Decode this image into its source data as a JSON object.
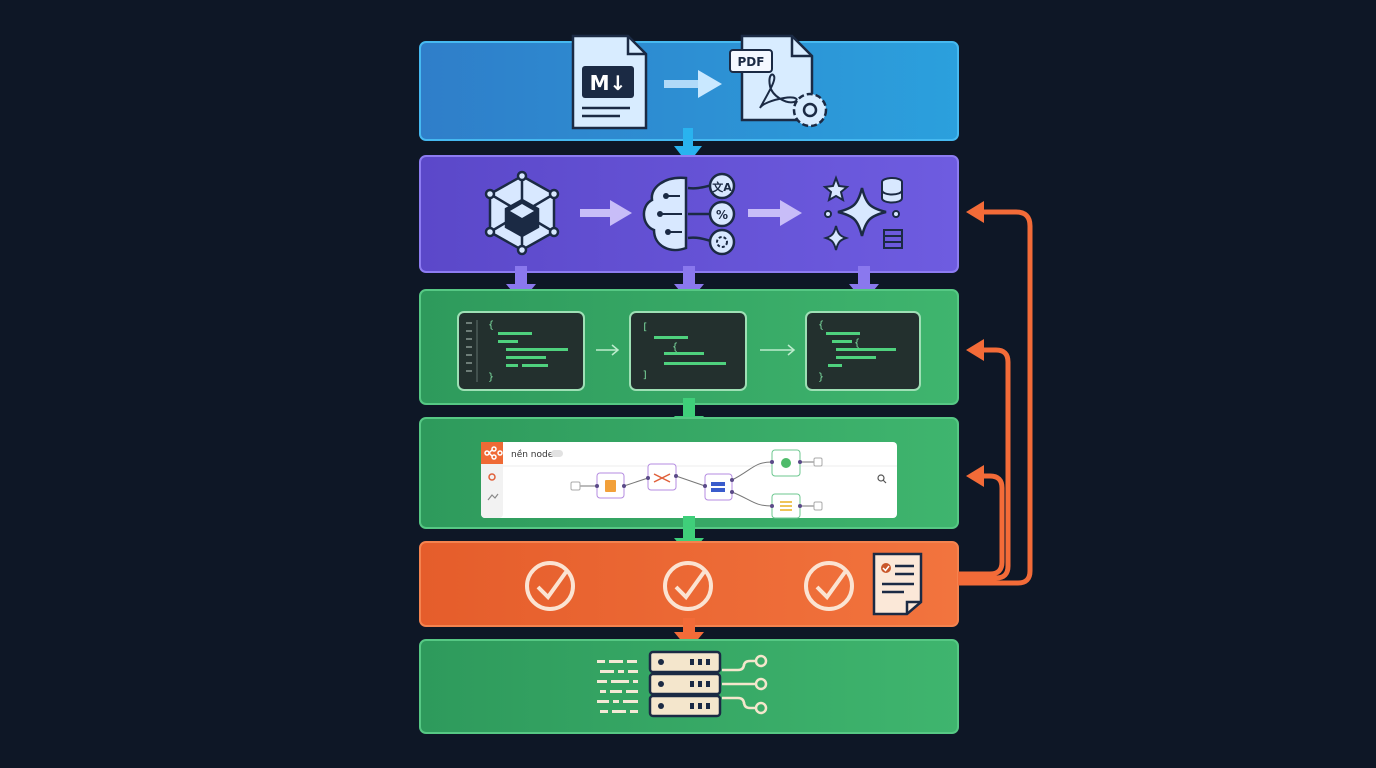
{
  "colors": {
    "background": "#0e1726",
    "stage_convert": "#2a8fd1",
    "stage_ai": "#6a54d6",
    "stage_json": "#34a865",
    "stage_workflow": "#34a865",
    "stage_validate": "#ef6a35",
    "stage_deploy": "#34a865",
    "arrow_flow_blue": "#29b3ef",
    "arrow_flow_purple": "#8a78ee",
    "arrow_flow_green": "#3fcf7a",
    "arrow_feedback": "#f36b38",
    "icon_stroke": "#1b2a44",
    "icon_fill": "#d8e8ff",
    "code_bg": "#1f2a2a",
    "code_green": "#4fd17e"
  },
  "icons": {
    "source": "markdown-file-icon",
    "target": "pdf-file-gear-icon",
    "ai_1": "knowledge-graph-cube-icon",
    "ai_2": "ai-brain-translate-icon",
    "ai_3": "sparkle-database-icon",
    "validate_doc": "checklist-document-icon",
    "deploy": "server-rack-icon"
  },
  "text": {
    "md_badge": "M↓",
    "pdf_badge": "PDF",
    "translate_glyph": "文A",
    "percent_glyph": "%",
    "brace_open": "{",
    "bracket_open": "[",
    "brace_close": "}",
    "bracket_close": "]"
  },
  "workflow": {
    "title": "nền node"
  }
}
